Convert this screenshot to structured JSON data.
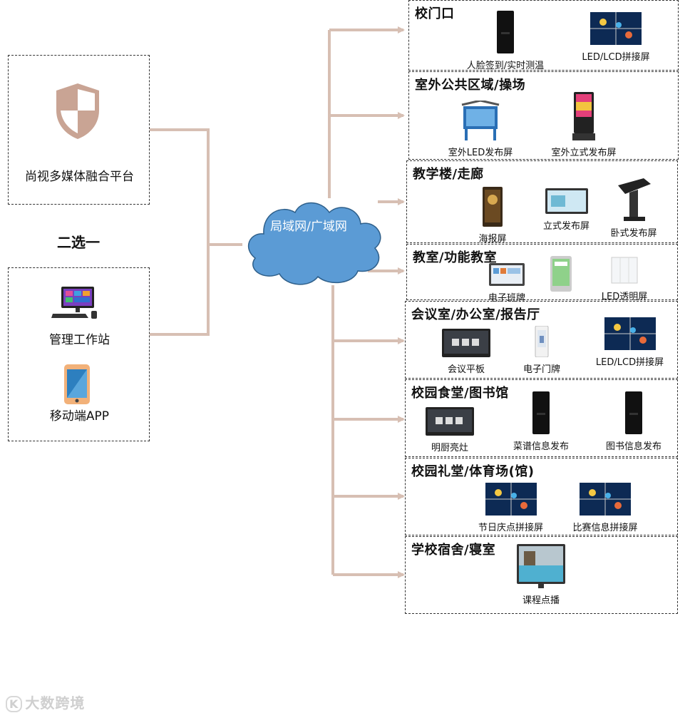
{
  "left": {
    "platform_label": "尚视多媒体融合平台",
    "choice_label": "二选一",
    "workstation_label": "管理工作站",
    "mobile_label": "移动端APP"
  },
  "cloud": {
    "label": "局域网/广域网"
  },
  "zones": [
    {
      "title": "校门口",
      "devices": [
        "人脸签到/实时测温",
        "LED/LCD拼接屏"
      ]
    },
    {
      "title": "室外公共区域/操场",
      "devices": [
        "室外LED发布屏",
        "室外立式发布屏"
      ]
    },
    {
      "title": "教学楼/走廊",
      "devices": [
        "海报屏",
        "立式发布屏",
        "卧式发布屏"
      ]
    },
    {
      "title": "教室/功能教室",
      "devices": [
        "电子班牌",
        "LED透明屏"
      ]
    },
    {
      "title": "会议室/办公室/报告厅",
      "devices": [
        "会议平板",
        "电子门牌",
        "LED/LCD拼接屏"
      ]
    },
    {
      "title": "校园食堂/图书馆",
      "devices": [
        "明厨亮灶",
        "菜谱信息发布",
        "图书信息发布"
      ]
    },
    {
      "title": "校园礼堂/体育场(馆)",
      "devices": [
        "节日庆点拼接屏",
        "比赛信息拼接屏"
      ]
    },
    {
      "title": "学校宿舍/寝室",
      "devices": [
        "课程点播"
      ]
    }
  ],
  "watermark": {
    "logo": "K",
    "text": "大数跨境"
  },
  "colors": {
    "wire": "#d7bfb3",
    "cloud": "#5b9bd5",
    "shield": "#c9a494"
  }
}
